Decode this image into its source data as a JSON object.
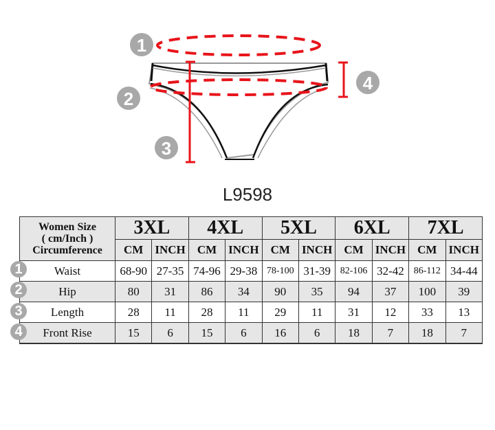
{
  "model": "L9598",
  "diagram_badges": [
    "1",
    "2",
    "3",
    "4"
  ],
  "table": {
    "corner_lines": [
      "Women Size",
      "( cm/Inch )",
      "Circumference"
    ],
    "sizes": [
      "3XL",
      "4XL",
      "5XL",
      "6XL",
      "7XL"
    ],
    "units": [
      "CM",
      "INCH"
    ],
    "rows": [
      {
        "badge": "1",
        "label": "Waist",
        "values": [
          "68-90",
          "27-35",
          "74-96",
          "29-38",
          "78-100",
          "31-39",
          "82-106",
          "32-42",
          "86-112",
          "34-44"
        ]
      },
      {
        "badge": "2",
        "label": "Hip",
        "values": [
          "80",
          "31",
          "86",
          "34",
          "90",
          "35",
          "94",
          "37",
          "100",
          "39"
        ]
      },
      {
        "badge": "3",
        "label": "Length",
        "values": [
          "28",
          "11",
          "28",
          "11",
          "29",
          "11",
          "31",
          "12",
          "33",
          "13"
        ]
      },
      {
        "badge": "4",
        "label": "Front Rise",
        "values": [
          "15",
          "6",
          "15",
          "6",
          "16",
          "6",
          "18",
          "7",
          "18",
          "7"
        ]
      }
    ]
  },
  "colors": {
    "measure_line": "#e8141a",
    "badge": "#a8a8a8",
    "header_bg": "#e6e6e6"
  }
}
